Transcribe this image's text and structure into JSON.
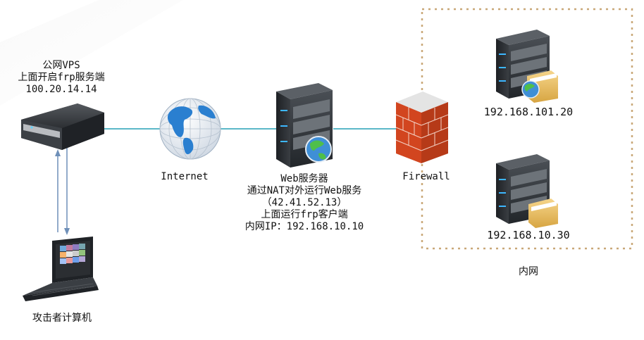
{
  "vps": {
    "line1": "公网VPS",
    "line2": "上面开启frp服务端",
    "line3": "100.20.14.14"
  },
  "internet": {
    "label": "Internet"
  },
  "web_server": {
    "line1": "Web服务器",
    "line2": "通过NAT对外运行Web服务",
    "line3": "（42.41.52.13）",
    "line4": "上面运行frp客户端",
    "line5": "内网IP：192.168.10.10"
  },
  "firewall": {
    "label": "Firewall"
  },
  "intranet": {
    "label": "内网",
    "server1_ip": "192.168.101.20",
    "server2_ip": "192.168.10.30"
  },
  "attacker": {
    "label": "攻击者计算机"
  },
  "colors": {
    "link": "#5bb8c8",
    "arrow": "#6e8fb8",
    "dashed_box": "#c9a878",
    "firewall": "#d2451f"
  },
  "icons": [
    "vps-server-icon",
    "globe-icon",
    "web-server-icon",
    "firewall-icon",
    "server-folder-icon",
    "laptop-icon"
  ]
}
